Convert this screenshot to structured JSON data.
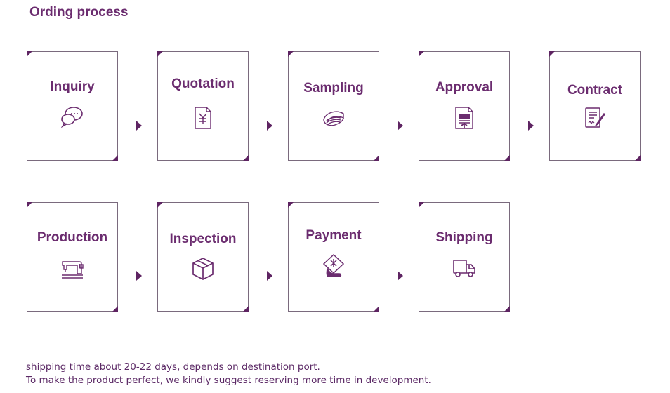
{
  "title": "Ording process",
  "steps": [
    {
      "label": "Inquiry",
      "icon": "chat-bubbles-icon"
    },
    {
      "label": "Quotation",
      "icon": "yuan-document-icon"
    },
    {
      "label": "Sampling",
      "icon": "fabric-roll-icon"
    },
    {
      "label": "Approval",
      "icon": "approved-document-icon"
    },
    {
      "label": "Contract",
      "icon": "contract-sign-icon"
    },
    {
      "label": "Production",
      "icon": "sewing-machine-icon"
    },
    {
      "label": "Inspection",
      "icon": "box-icon"
    },
    {
      "label": "Payment",
      "icon": "payment-card-icon"
    },
    {
      "label": "Shipping",
      "icon": "truck-icon"
    }
  ],
  "footer": {
    "line1": "shipping time about 20-22 days, depends on destination port.",
    "line2": "To make the product perfect, we kindly suggest reserving more time in development."
  },
  "colors": {
    "accent": "#6b2c6f",
    "corner": "#5e2462",
    "border": "#7a6a7d"
  }
}
